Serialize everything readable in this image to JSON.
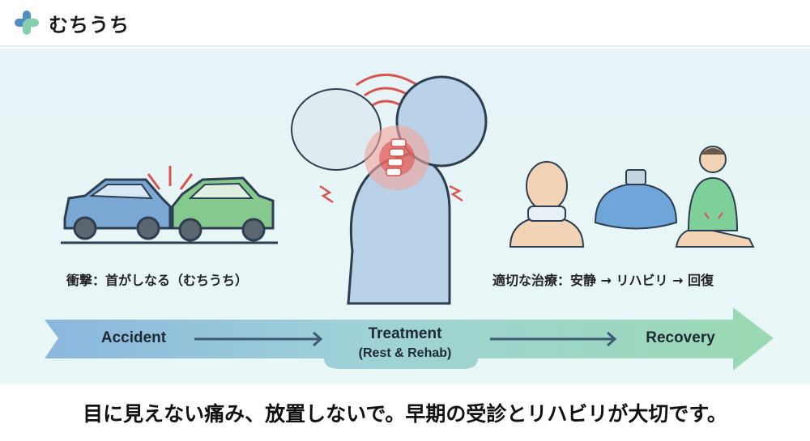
{
  "header": {
    "brand": "むちうち",
    "logo_icon": "cross-logo-icon"
  },
  "captions": {
    "impact": "衝撃：首がしなる（むちうち）",
    "treatment": "適切な治療：安静 → リハビリ → 回復"
  },
  "flow": {
    "step1": "Accident",
    "step2_title": "Treatment",
    "step2_sub": "(Rest & Rehab)",
    "step3": "Recovery"
  },
  "footer": {
    "message": "目に見えない痛み、放置しないで。早期の受診とリハビリが大切です。"
  },
  "colors": {
    "blue": "#6a9fcb",
    "green": "#7dcba5",
    "pain": "#e0504a",
    "bg": "#e6f4f7"
  }
}
